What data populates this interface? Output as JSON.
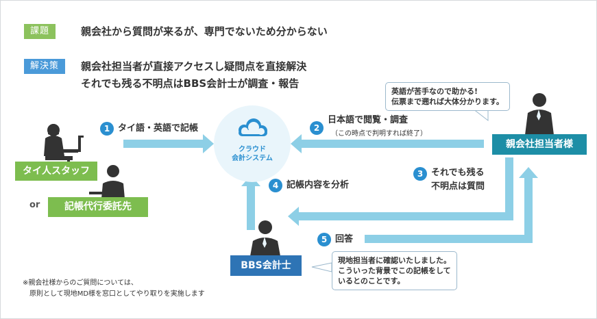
{
  "header": {
    "issue_tag": "課題",
    "issue_text": "親会社から質問が来るが、専門でないため分からない",
    "solution_tag": "解決策",
    "solution_line1": "親会社担当者が直接アクセスし疑問点を直接解決",
    "solution_line2": "それでも残る不明点はBBS会計士が調査・報告"
  },
  "nodes": {
    "cloud_line1": "クラウド",
    "cloud_line2": "会計システム",
    "thai_staff": "タイ人スタッフ",
    "or": "or",
    "outsource": "記帳代行委託先",
    "parent": "親会社担当者様",
    "bbs": "BBS会計士"
  },
  "steps": [
    {
      "num": "1",
      "label": "タイ語・英語で記帳"
    },
    {
      "num": "2",
      "label": "日本語で閲覧・調査",
      "sub": "（この時点で判明すれば終了）"
    },
    {
      "num": "3",
      "label": "それでも残る",
      "label2": "不明点は質問"
    },
    {
      "num": "4",
      "label": "記帳内容を分析"
    },
    {
      "num": "5",
      "label": "回答"
    }
  ],
  "bubbles": {
    "parent_line1": "英語が苦手なので助かる!",
    "parent_line2": "伝票まで遡れば大体分かります。",
    "bbs_line1": "現地担当者に確認いたしました。",
    "bbs_line2": "こういった背景でこの記帳をして",
    "bbs_line3": "いるとのことです。"
  },
  "footnote": {
    "line1": "※親会社様からのご質問については、",
    "line2": "原則として現地MD様を窓口としてやり取りを実施します"
  },
  "colors": {
    "arrow": "#8dcfe6",
    "green": "#7dbd4f",
    "teal": "#1d8ea6",
    "blue": "#2e74b5",
    "badge": "#2a8fd0"
  }
}
